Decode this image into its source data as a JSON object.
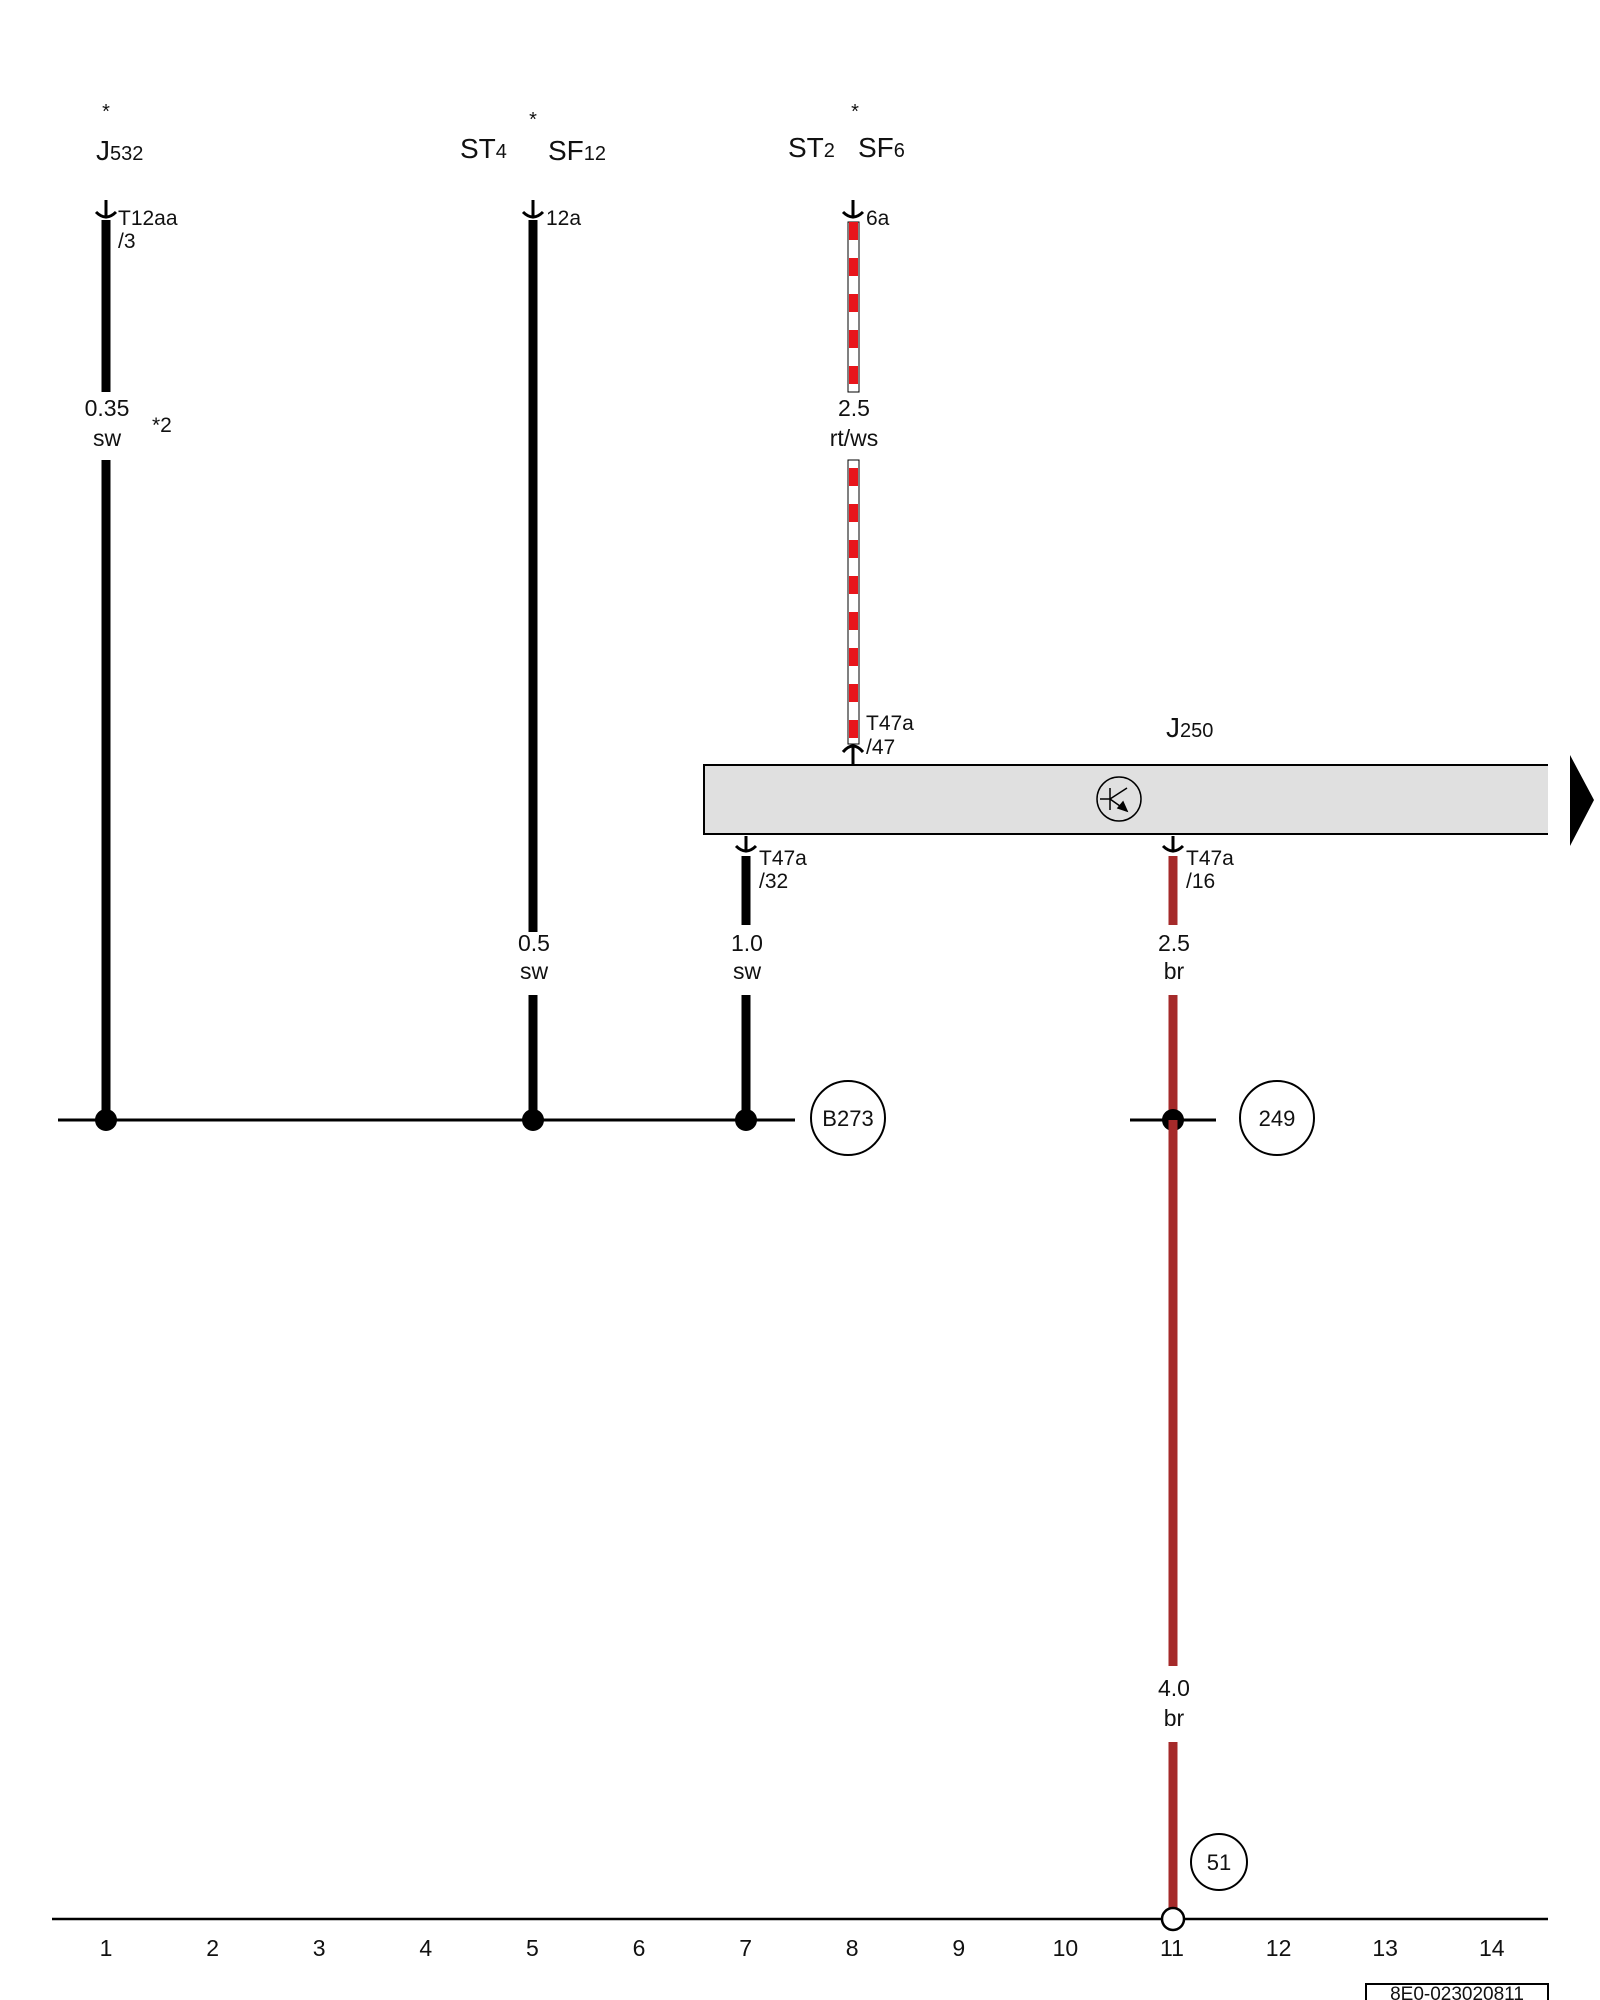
{
  "components": {
    "j532": {
      "name": "J",
      "sub": "532",
      "mark": "*"
    },
    "st4": {
      "name": "ST",
      "sub": "4"
    },
    "sf12": {
      "name": "SF",
      "sub": "12",
      "mark": "*"
    },
    "st2": {
      "name": "ST",
      "sub": "2"
    },
    "sf6": {
      "name": "SF",
      "sub": "6",
      "mark": "*"
    },
    "j250": {
      "name": "J",
      "sub": "250"
    }
  },
  "connectors": {
    "t12aa": {
      "line1": "T12aa",
      "line2": "/3"
    },
    "c12a": {
      "line1": "12a"
    },
    "c6a": {
      "line1": "6a"
    },
    "t47a_47": {
      "line1": "T47a",
      "line2": "/47"
    },
    "t47a_32": {
      "line1": "T47a",
      "line2": "/32"
    },
    "t47a_16": {
      "line1": "T47a",
      "line2": "/16"
    }
  },
  "wires": {
    "w1": {
      "size": "0.35",
      "color": "sw",
      "note": "*2"
    },
    "w2": {
      "size": "0.5",
      "color": "sw"
    },
    "w3": {
      "size": "2.5",
      "color": "rt/ws"
    },
    "w4": {
      "size": "1.0",
      "color": "sw"
    },
    "w5": {
      "size": "2.5",
      "color": "br"
    },
    "w6": {
      "size": "4.0",
      "color": "br"
    }
  },
  "ground_points": {
    "b273": "B273",
    "p249": "249",
    "p51": "51"
  },
  "columns": [
    "1",
    "2",
    "3",
    "4",
    "5",
    "6",
    "7",
    "8",
    "9",
    "10",
    "11",
    "12",
    "13",
    "14"
  ],
  "footer_code": "8E0-023020811",
  "colors": {
    "wire_black": "#000000",
    "wire_brown": "#a52a2a",
    "wire_red": "#e8151b",
    "wire_white": "#ffffff",
    "module_fill": "#e0e0e0"
  },
  "icons": {
    "module_symbol": "transistor-icon",
    "continue_arrow": "arrow-right-icon"
  }
}
